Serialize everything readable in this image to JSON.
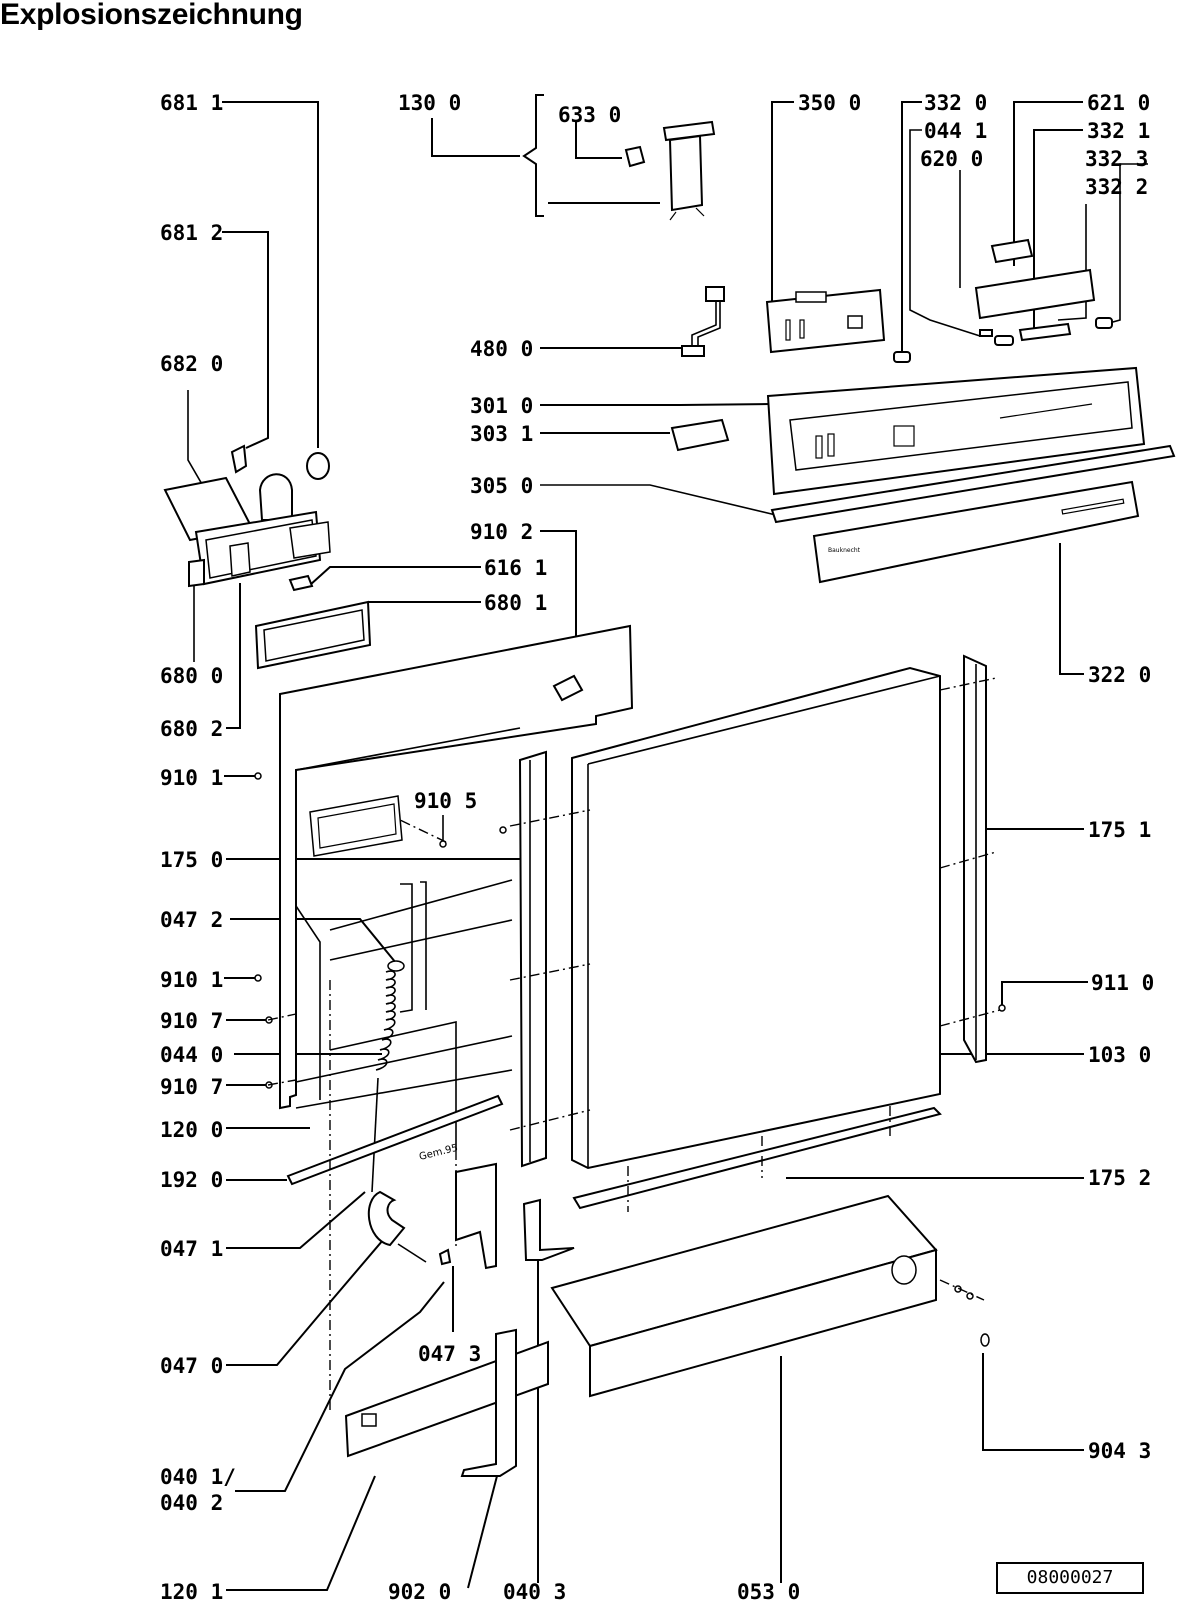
{
  "title": "Explosionszeichnung",
  "document_number": "08000027",
  "stamp": "Gem.95",
  "brand_mark": "Bauknecht",
  "part_labels": {
    "p6811": "681 1",
    "p1300": "130 0",
    "p6330": "633 0",
    "p3500": "350 0",
    "p3320": "332 0",
    "p0441": "044 1",
    "p6200": "620 0",
    "p6210": "621 0",
    "p3321": "332 1",
    "p3323": "332 3",
    "p3322": "332 2",
    "p6812": "681 2",
    "p6820": "682 0",
    "p4800": "480 0",
    "p3010": "301 0",
    "p3031": "303 1",
    "p3050": "305 0",
    "p9102": "910 2",
    "p6161": "616 1",
    "p6801": "680 1",
    "p6800": "680 0",
    "p6802": "680 2",
    "p3220": "322 0",
    "p9101a": "910 1",
    "p9105": "910 5",
    "p1750": "175 0",
    "p1751": "175 1",
    "p0472": "047 2",
    "p9101b": "910 1",
    "p9110": "911 0",
    "p9107a": "910 7",
    "p0440": "044 0",
    "p1030": "103 0",
    "p9107b": "910 7",
    "p1200": "120 0",
    "p1920": "192 0",
    "p1752": "175 2",
    "p0471": "047 1",
    "p0473": "047 3",
    "p0470": "047 0",
    "p9043": "904 3",
    "p0401": "040 1/",
    "p0402": "040 2",
    "p1201": "120 1",
    "p9020": "902 0",
    "p0403": "040 3",
    "p0530": "053 0"
  }
}
